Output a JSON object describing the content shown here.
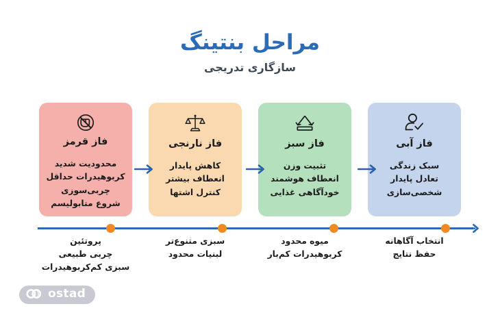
{
  "header": {
    "title": "مراحل بنتینگ",
    "subtitle": "سازگاری تدریجی",
    "title_color": "#2b6cb8",
    "subtitle_color": "#3d4a57"
  },
  "phases": [
    {
      "id": "red",
      "title": "فاز قرمز",
      "icon": "no-bread-icon",
      "bg_color": "#f5b0ac",
      "lines": [
        "محدودیت شدید",
        "کربوهیدرات حداقل",
        "چربی‌سوزی",
        "شروع متابولیسم"
      ]
    },
    {
      "id": "orange",
      "title": "فاز نارنجی",
      "icon": "balance-scale-icon",
      "bg_color": "#fad9b0",
      "lines": [
        "کاهش پایدار",
        "انعطاف بیشتر",
        "کنترل اشتها"
      ]
    },
    {
      "id": "green",
      "title": "فاز سبز",
      "icon": "stability-arrows-icon",
      "bg_color": "#b4e0bd",
      "lines": [
        "تثبیت وزن",
        "انعطاف هوشمند",
        "خودآگاهی غذایی"
      ]
    },
    {
      "id": "blue",
      "title": "فاز آبی",
      "icon": "user-check-icon",
      "bg_color": "#c3d4ec",
      "lines": [
        "سبک زندگی",
        "تعادل پایدار",
        "شخصی‌سازی"
      ]
    }
  ],
  "flow_arrows": {
    "count": 3,
    "color": "#2a5fae",
    "icon": "arrow-right-icon"
  },
  "timeline": {
    "line_color": "#2f68b5",
    "dot_color": "#f08a22",
    "arrow_icon": "arrow-right-icon",
    "milestones": [
      {
        "id": "red",
        "lines": [
          "پروتئین",
          "چربی طبیعی",
          "سبزی کم‌کربوهیدرات"
        ]
      },
      {
        "id": "orange",
        "lines": [
          "سبزی متنوع‌تر",
          "لبنیات محدود"
        ]
      },
      {
        "id": "green",
        "lines": [
          "میوه محدود",
          "کربوهیدرات کم‌بار"
        ]
      },
      {
        "id": "blue",
        "lines": [
          "انتخاب آگاهانه",
          "حفظ نتایج"
        ]
      }
    ]
  },
  "logo": {
    "text": "ostad",
    "mark_icon": "ostad-circles-icon",
    "pill_color": "#c9c9d4",
    "text_color": "#ffffff"
  }
}
